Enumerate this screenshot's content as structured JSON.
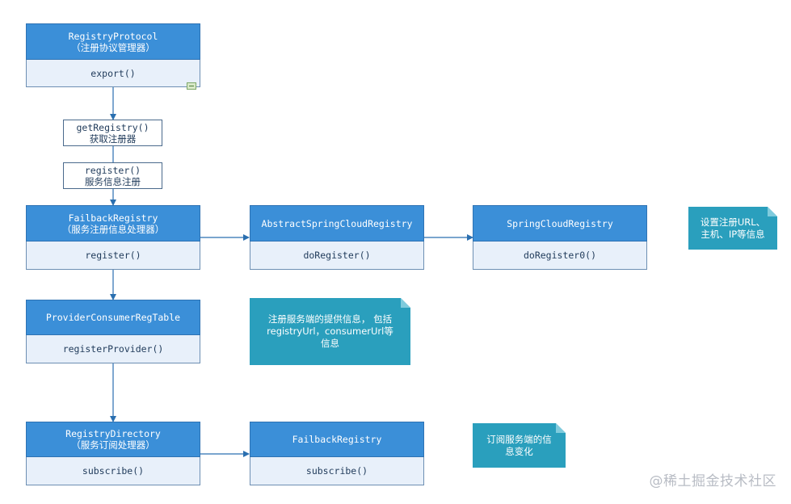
{
  "nodes": {
    "registry_protocol": {
      "title": "RegistryProtocol",
      "subtitle": "（注册协议管理器）",
      "method": "export()"
    },
    "failback_registry": {
      "title": "FailbackRegistry",
      "subtitle": "（服务注册信息处理器）",
      "method": "register()"
    },
    "abstract_scr": {
      "title": "AbstractSpringCloudRegistry",
      "method": "doRegister()"
    },
    "scr": {
      "title": "SpringCloudRegistry",
      "method": "doRegister0()"
    },
    "pcrt": {
      "title": "ProviderConsumerRegTable",
      "method": "registerProvider()"
    },
    "registry_directory": {
      "title": "RegistryDirectory",
      "subtitle": "（服务订阅处理器）",
      "method": "subscribe()"
    },
    "failback_registry_2": {
      "title": "FailbackRegistry",
      "method": "subscribe()"
    }
  },
  "steps": {
    "get_registry": {
      "line1": "getRegistry()",
      "line2": "获取注册器"
    },
    "register": {
      "line1": "register()",
      "line2": "服务信息注册"
    }
  },
  "notes": {
    "set_url": {
      "line1": "设置注册URL、",
      "line2": "主机、IP等信息"
    },
    "provider_info": {
      "line1": "注册服务端的提供信息， 包括",
      "line2": "registryUrl，consumerUrl等",
      "line3": "信息"
    },
    "subscribe_change": {
      "line1": "订阅服务端的信",
      "line2": "息变化"
    }
  },
  "watermark": "@稀土掘金技术社区",
  "colors": {
    "header_blue": "#3b8fd8",
    "body_light": "#e8f0fa",
    "note_teal": "#2a9fbd",
    "arrow": "#2a6fb0"
  }
}
